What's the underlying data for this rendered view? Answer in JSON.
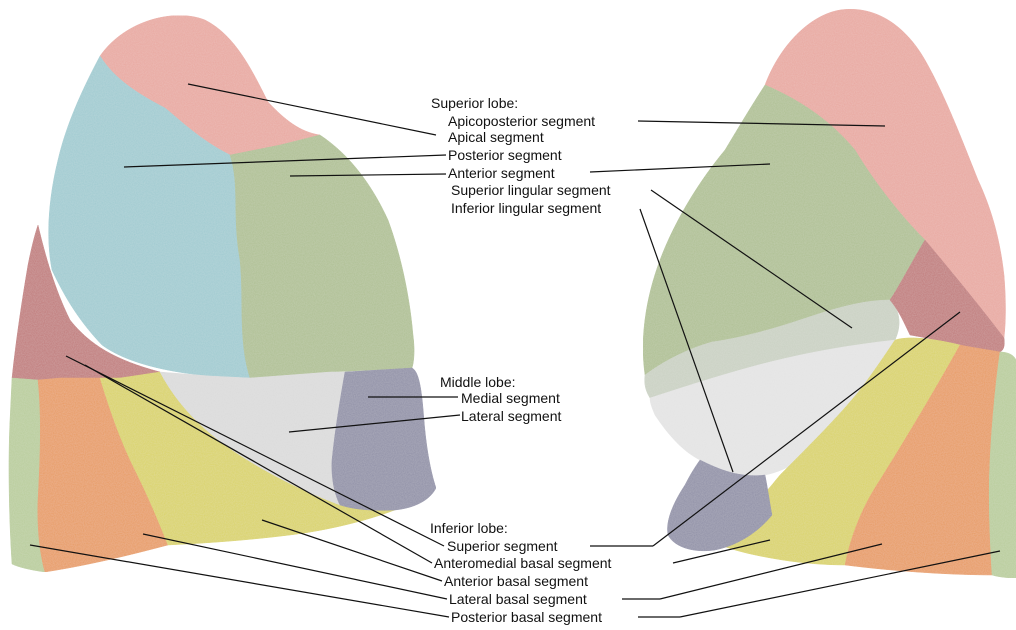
{
  "colors": {
    "apical": "#e8a79f",
    "posterior": "#9fcad0",
    "anterior": "#aebf92",
    "lingular_superior": "#c9d0c2",
    "lingular_inferior": "#e3e3e3",
    "middle_medial": "#8f8fa6",
    "middle_lateral": "#dadada",
    "superior_basal": "#c07a7a",
    "anteromedial_basal": "#d9d266",
    "lateral_basal": "#e79a60",
    "posterior_basal": "#b8cc9a",
    "leader_line": "#111111"
  },
  "labels": {
    "superior_lobe": {
      "heading": "Superior lobe:",
      "items": [
        "Apicoposterior segment",
        "Apical segment",
        "Posterior segment",
        "Anterior segment",
        "Superior lingular segment",
        "Inferior lingular segment"
      ]
    },
    "middle_lobe": {
      "heading": "Middle lobe:",
      "items": [
        "Medial segment",
        "Lateral segment"
      ]
    },
    "inferior_lobe": {
      "heading": "Inferior lobe:",
      "items": [
        "Superior segment",
        "Anteromedial basal segment",
        "Anterior basal segment",
        "Lateral basal segment",
        "Posterior basal segment"
      ]
    }
  }
}
